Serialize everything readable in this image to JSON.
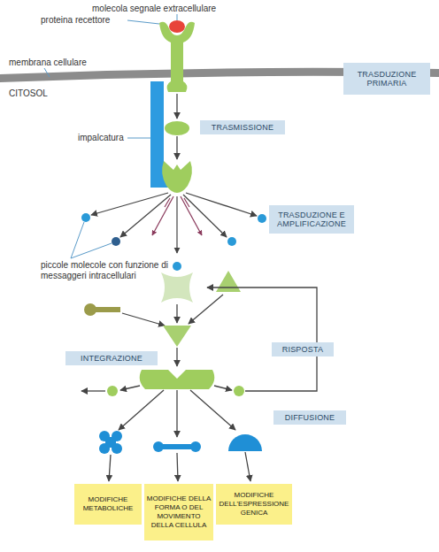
{
  "diagram": {
    "nodes": [
      {
        "text": [
          "TRASDUZIONE PRIMARIA"
        ]
      },
      {
        "text": [
          "TRASMISSIONE"
        ]
      },
      {
        "text": [
          "TRASDUZIONE E AMPLIFICAZIONE"
        ]
      },
      {
        "text": [
          "RISPOSTA"
        ]
      },
      {
        "text": [
          "INTEGRAZIONE"
        ]
      },
      {
        "text": [
          "DIFFUSIONE"
        ]
      },
      {
        "text": [
          "MODIFICHE METABOLICHE"
        ]
      },
      {
        "text": [
          "MODIFICHE DELLA FORMA O DEL MOVIMENTO DELLA CELLULA"
        ]
      },
      {
        "text": [
          "MODIFICHE DELL'ESPRESSIONE GENICA"
        ]
      }
    ],
    "labels": [
      "molecola segnale extracellulare",
      "proteina recettore",
      "membrana cellulare",
      "CITOSOL",
      "impalcatura",
      "piccole molecole con funzione di messaggeri intracellulari"
    ]
  }
}
